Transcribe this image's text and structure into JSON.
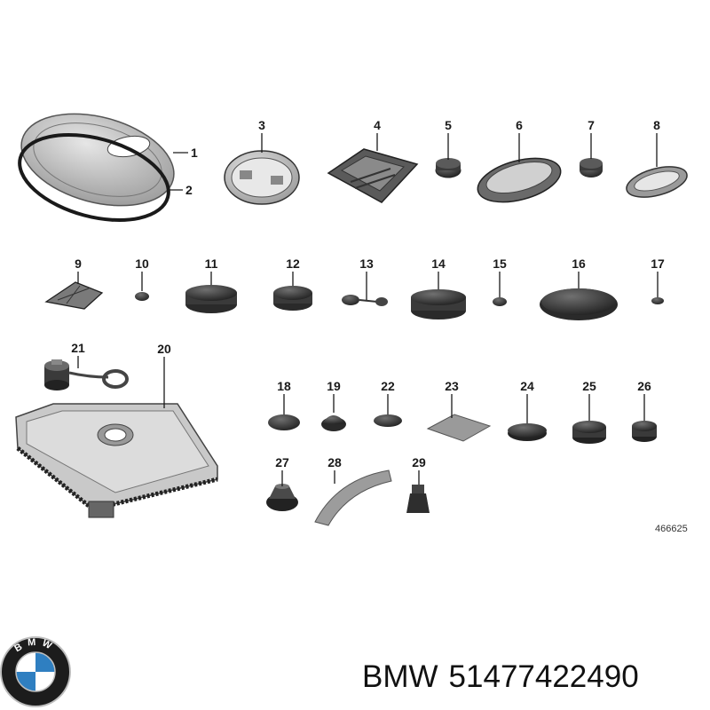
{
  "diagram": {
    "callouts": [
      "1",
      "2",
      "3",
      "4",
      "5",
      "6",
      "7",
      "8",
      "9",
      "10",
      "11",
      "12",
      "13",
      "14",
      "15",
      "16",
      "17",
      "18",
      "19",
      "20",
      "21",
      "22",
      "23",
      "24",
      "25",
      "26",
      "27",
      "28",
      "29"
    ],
    "reference_number": "466625"
  },
  "footer": {
    "brand": "BMW",
    "part_number": "51477422490",
    "logo_text": "BMW"
  },
  "colors": {
    "part_dark": "#3a3a3a",
    "part_mid": "#7a7a7a",
    "part_light": "#cfcfcf",
    "metal": "#b9b9b9",
    "bmw_blue": "#2f7fc1"
  }
}
